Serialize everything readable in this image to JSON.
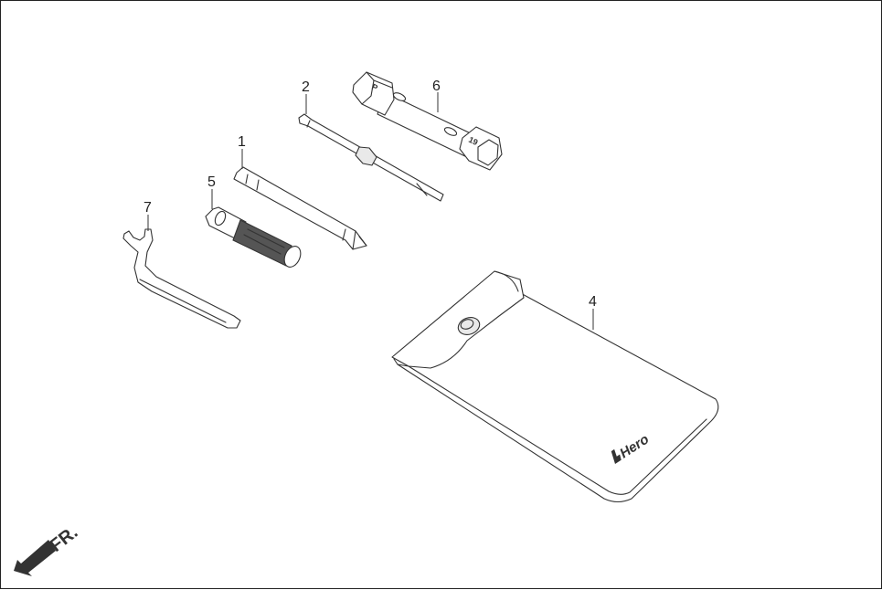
{
  "callouts": [
    {
      "id": "1",
      "label": "1"
    },
    {
      "id": "2",
      "label": "2"
    },
    {
      "id": "4",
      "label": "4"
    },
    {
      "id": "5",
      "label": "5"
    },
    {
      "id": "6",
      "label": "6"
    },
    {
      "id": "7",
      "label": "7"
    }
  ],
  "wrench_markings": {
    "small_end": "P",
    "large_end": "19"
  },
  "pouch_logo": "Hero",
  "direction_indicator": {
    "label": "FR.",
    "icon": "arrow-down-left-icon"
  },
  "colors": {
    "line": "#333333",
    "background": "#ffffff",
    "arrow": "#333333"
  }
}
